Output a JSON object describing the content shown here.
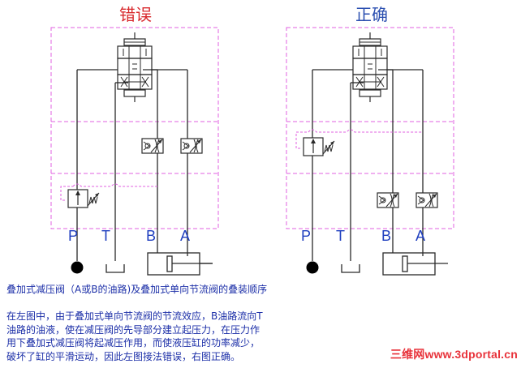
{
  "titles": {
    "wrong": "错误",
    "right": "正确"
  },
  "ports": [
    "P",
    "T",
    "B",
    "A"
  ],
  "caption": "叠加式减压阀（A或B的油路)及叠加式单向节流阀的叠装顺序",
  "paragraph": [
    "在左图中，由于叠加式单向节流阀的节流效应，B油路流向T",
    "油路的油液，使在减压阀的先导部分建立起压力，在压力作",
    "用下叠加式减压阀将起减压作用，而使液压缸的功率减少，",
    "破坏了缸的平滑运动，因此左图接法错误，右图正确。"
  ],
  "watermark": "三维网www.3dportal.cn",
  "colors": {
    "line": "#2a2a2a",
    "box": "#e060e0",
    "wrong": "#d8282c",
    "right": "#2b4fb0",
    "text": "#1c2fa8",
    "watermark": "#e8323a"
  },
  "icons": [
    "directional-valve-icon",
    "check-throttle-valve-icon",
    "pressure-reducing-valve-icon",
    "pump-icon",
    "tank-icon",
    "cylinder-icon"
  ]
}
